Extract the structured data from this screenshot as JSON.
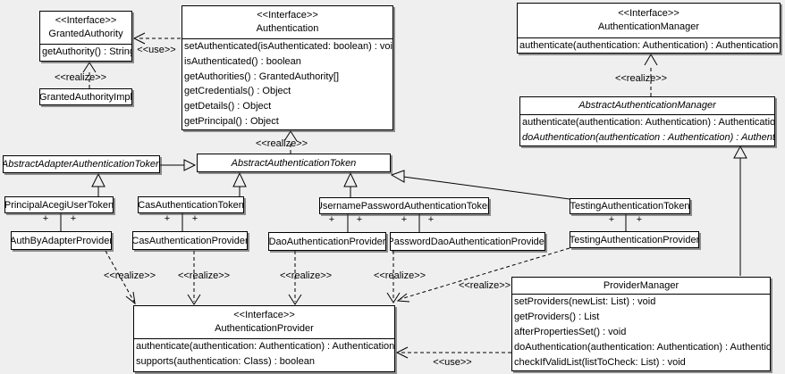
{
  "colors": {
    "background": "#efefef",
    "box_fill": "#ffffff",
    "line": "#000000"
  },
  "labels": {
    "realize": "<<realize>>",
    "use": "<<use>>",
    "plus": "+"
  },
  "classes": {
    "granted_authority": {
      "stereotype": "<<Interface>>",
      "name": "GrantedAuthority",
      "methods": [
        "getAuthority() : String"
      ]
    },
    "granted_authority_impl": {
      "name": "GrantedAuthorityImpl"
    },
    "authentication": {
      "stereotype": "<<Interface>>",
      "name": "Authentication",
      "methods": [
        "setAuthenticated(isAuthenticated: boolean) : void",
        "isAuthenticated() : boolean",
        "getAuthorities() : GrantedAuthority[]",
        "getCredentials() : Object",
        "getDetails() : Object",
        "getPrincipal() : Object"
      ]
    },
    "authentication_manager": {
      "stereotype": "<<Interface>>",
      "name": "AuthenticationManager",
      "methods": [
        "authenticate(authentication: Authentication) : Authentication"
      ]
    },
    "abstract_authentication_manager": {
      "name": "AbstractAuthenticationManager",
      "methods": [
        "authenticate(authentication: Authentication) : Authentication",
        "doAuthentication(authentication : Authentication) : Authentication"
      ]
    },
    "abstract_adapter_authentication_token": {
      "name": "AbstractAdapterAuthenticationToken"
    },
    "abstract_authentication_token": {
      "name": "AbstractAuthenticationToken"
    },
    "principal_acegi_user_token": {
      "name": "PrincipalAcegiUserToken"
    },
    "cas_authentication_token": {
      "name": "CasAuthenticationToken"
    },
    "username_password_authentication_token": {
      "name": "UsernamePasswordAuthenticationToken"
    },
    "testing_authentication_token": {
      "name": "TestingAuthenticationToken"
    },
    "auth_by_adapter_provider": {
      "name": "AuthByAdapterProvider"
    },
    "cas_authentication_provider": {
      "name": "CasAuthenticationProvider"
    },
    "dao_authentication_provider": {
      "name": "DaoAuthenticationProvider"
    },
    "password_dao_authentication_provider": {
      "name": "PasswordDaoAuthenticationProvider"
    },
    "testing_authentication_provider": {
      "name": "TestingAuthenticationProvider"
    },
    "authentication_provider": {
      "stereotype": "<<Interface>>",
      "name": "AuthenticationProvider",
      "methods": [
        "authenticate(authentication: Authentication) : Authentication",
        "supports(authentication: Class) : boolean"
      ]
    },
    "provider_manager": {
      "name": "ProviderManager",
      "methods": [
        "setProviders(newList: List) : void",
        "getProviders() : List",
        "afterPropertiesSet() : void",
        "doAuthentication(authentication: Authentication) : Authentication",
        "checkIfValidList(listToCheck: List) : void"
      ]
    }
  }
}
